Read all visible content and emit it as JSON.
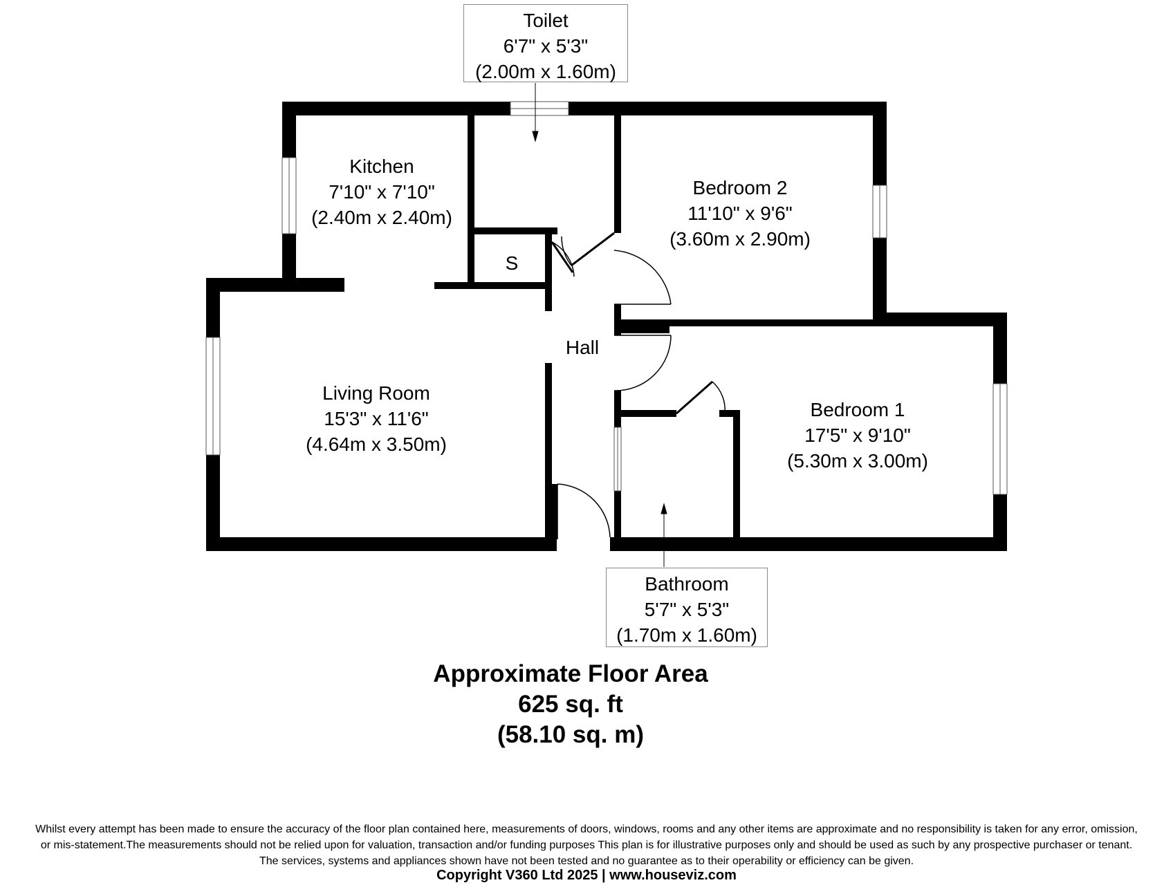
{
  "rooms": {
    "toilet": {
      "name": "Toilet",
      "imperial": "6'7\" x 5'3\"",
      "metric": "(2.00m x 1.60m)"
    },
    "kitchen": {
      "name": "Kitchen",
      "imperial": "7'10\" x 7'10\"",
      "metric": "(2.40m x 2.40m)"
    },
    "bedroom2": {
      "name": "Bedroom 2",
      "imperial": "11'10\" x 9'6\"",
      "metric": "(3.60m x 2.90m)"
    },
    "store": {
      "name": "S"
    },
    "hall": {
      "name": "Hall"
    },
    "living": {
      "name": "Living Room",
      "imperial": "15'3\" x 11'6\"",
      "metric": "(4.64m x 3.50m)"
    },
    "bedroom1": {
      "name": "Bedroom 1",
      "imperial": "17'5\" x 9'10\"",
      "metric": "(5.30m x 3.00m)"
    },
    "bathroom": {
      "name": "Bathroom",
      "imperial": "5'7\" x 5'3\"",
      "metric": "(1.70m x 1.60m)"
    }
  },
  "area": {
    "heading": "Approximate Floor Area",
    "imperial": "625 sq. ft",
    "metric": "(58.10 sq. m)"
  },
  "disclaimer": {
    "line1": "Whilst every attempt has been made to ensure the accuracy of the floor plan contained here, measurements of doors, windows, rooms and any other items are approximate and no responsibility is taken for any error, omission,",
    "line2": "or mis-statement.The measurements should not be relied upon for valuation, transaction and/or funding purposes This plan is for illustrative purposes only and should be used as such by any prospective purchaser or tenant.",
    "line3": "The services, systems and appliances shown have not been tested and no guarantee as to their operability or efficiency can be given."
  },
  "copyright": "Copyright V360 Ltd 2025 | www.houseviz.com",
  "colors": {
    "wall": "#000000",
    "window_border": "#555555",
    "label_border": "#8a8a8a"
  }
}
